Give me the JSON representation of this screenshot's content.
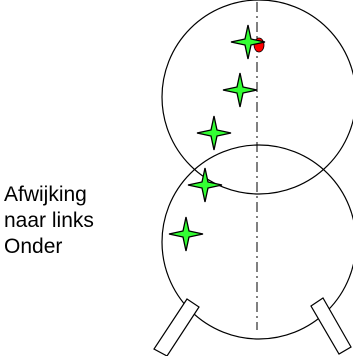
{
  "caption": {
    "lines": [
      "Afwijking",
      "naar links",
      "Onder"
    ]
  },
  "colors": {
    "line": "#000000",
    "star_fill": "#33ff33",
    "marker_fill": "#ff0000",
    "background": "#ffffff"
  },
  "markers": {
    "star_count": 5,
    "red_marker_count": 1
  },
  "icons": {
    "star": "four-point-star-icon",
    "marker": "red-dot-icon",
    "leg": "stand-leg-icon"
  }
}
